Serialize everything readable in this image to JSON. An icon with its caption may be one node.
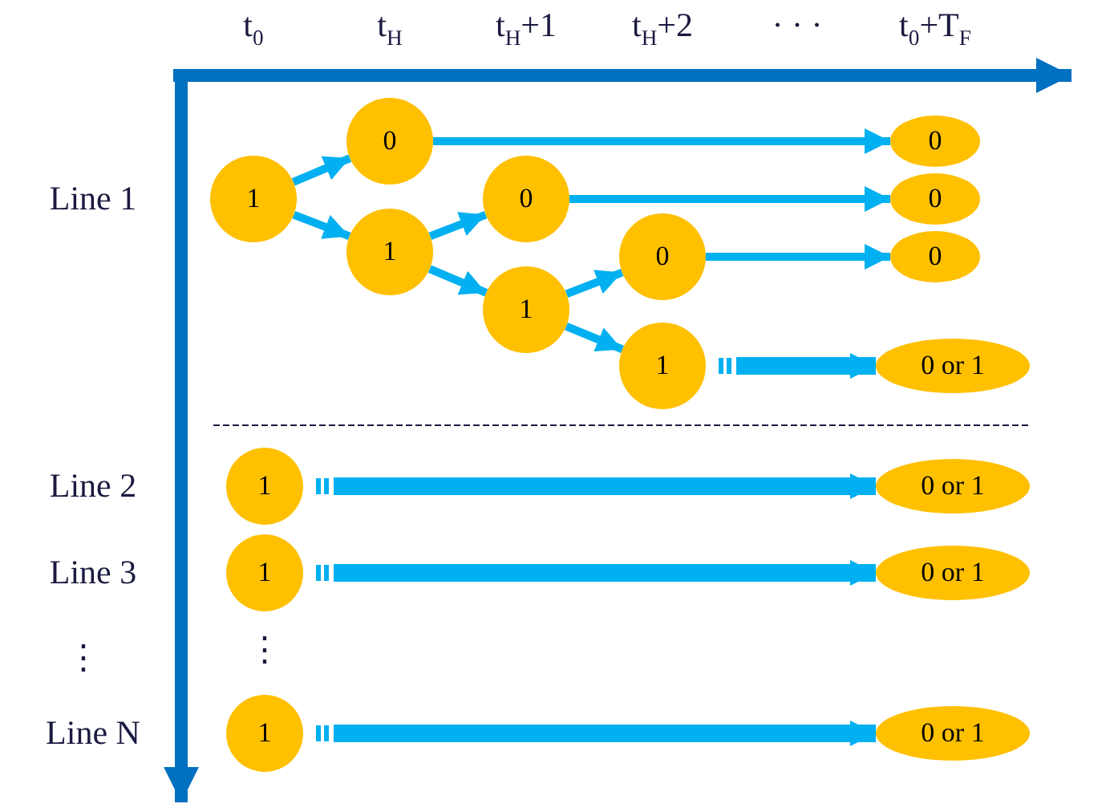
{
  "diagram": {
    "nodes": [
      {
        "text": [
          "1"
        ]
      },
      {
        "text": [
          "0"
        ]
      },
      {
        "text": [
          "1"
        ]
      },
      {
        "text": [
          "0"
        ]
      },
      {
        "text": [
          "1"
        ]
      },
      {
        "text": [
          "0"
        ]
      },
      {
        "text": [
          "1"
        ]
      },
      {
        "text": [
          "0"
        ]
      },
      {
        "text": [
          "0"
        ]
      },
      {
        "text": [
          "0"
        ]
      },
      {
        "text": [
          "0 or 1"
        ]
      },
      {
        "text": [
          "1"
        ]
      },
      {
        "text": [
          "0 or 1"
        ]
      },
      {
        "text": [
          "1"
        ]
      },
      {
        "text": [
          "0 or 1"
        ]
      },
      {
        "text": [
          "1"
        ]
      },
      {
        "text": [
          "0 or 1"
        ]
      }
    ],
    "edges": [
      {
        "from": 0,
        "to": 1,
        "arrow": "to"
      },
      {
        "from": 0,
        "to": 2,
        "arrow": "to"
      },
      {
        "from": 1,
        "to": 7,
        "arrow": "to"
      },
      {
        "from": 2,
        "to": 3,
        "arrow": "to"
      },
      {
        "from": 2,
        "to": 4,
        "arrow": "to"
      },
      {
        "from": 3,
        "to": 8,
        "arrow": "to"
      },
      {
        "from": 4,
        "to": 5,
        "arrow": "to"
      },
      {
        "from": 4,
        "to": 6,
        "arrow": "to"
      },
      {
        "from": 5,
        "to": 9,
        "arrow": "to"
      },
      {
        "from": 6,
        "to": 10,
        "arrow": "to",
        "style": "thick"
      },
      {
        "from": 11,
        "to": 12,
        "arrow": "to",
        "style": "thick"
      },
      {
        "from": 13,
        "to": 14,
        "arrow": "to",
        "style": "thick"
      },
      {
        "from": 15,
        "to": 16,
        "arrow": "to",
        "style": "thick"
      }
    ],
    "labels": [
      "t$_{0}$",
      "t$_{H}$",
      "t$_{H}$+1",
      "t$_{H}$+2",
      "· · ·",
      "t$_{0}$+T$_{F}$",
      "Line 1",
      "Line 2",
      "Line 3",
      "⋮",
      "⋮",
      "Line N"
    ]
  }
}
